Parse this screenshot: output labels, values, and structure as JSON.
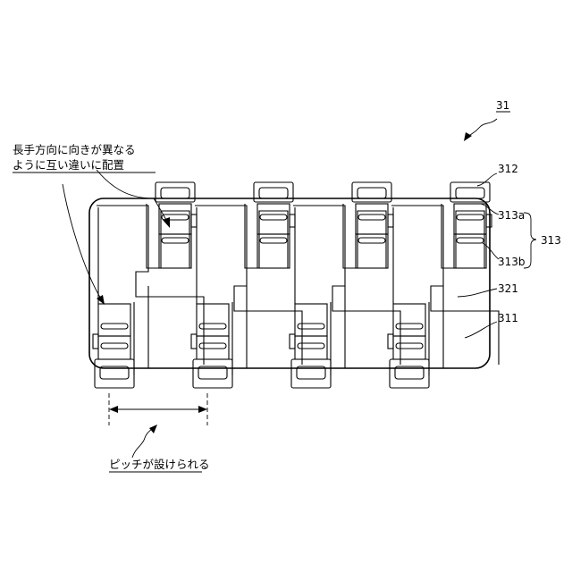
{
  "figure": {
    "ref_main": "31",
    "ref_312": "312",
    "ref_313a": "313a",
    "ref_313": "313",
    "ref_313b": "313b",
    "ref_321": "321",
    "ref_311": "311",
    "note_line1": "長手方向に向きが異なる",
    "note_line2": "ように互い違いに配置",
    "pitch_note": "ピッチが設けられる"
  }
}
